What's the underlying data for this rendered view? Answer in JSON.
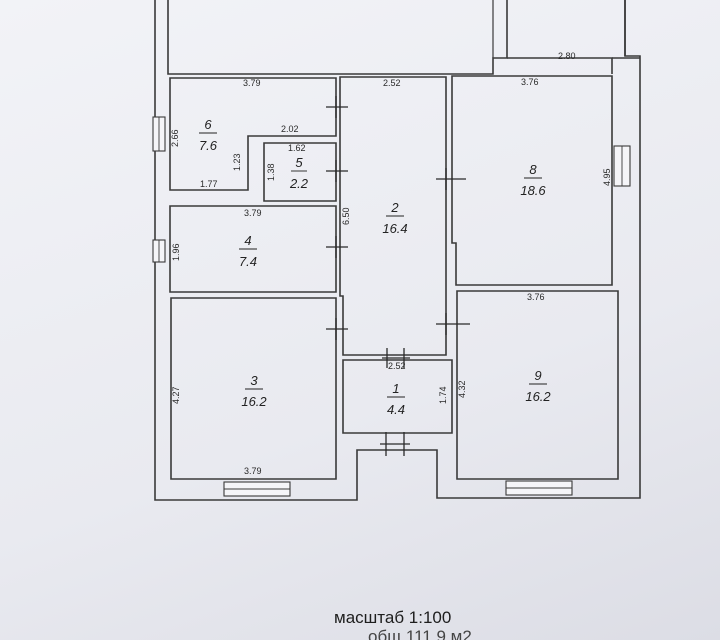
{
  "rooms": [
    {
      "number": "1",
      "area": "4.4"
    },
    {
      "number": "2",
      "area": "16.4"
    },
    {
      "number": "3",
      "area": "16.2"
    },
    {
      "number": "4",
      "area": "7.4"
    },
    {
      "number": "5",
      "area": "2.2"
    },
    {
      "number": "6",
      "area": "7.6"
    },
    {
      "number": "8",
      "area": "18.6"
    },
    {
      "number": "9",
      "area": "16.2"
    }
  ],
  "dimensions": {
    "d_top_280": "2.80",
    "d_r6_top": "3.79",
    "d_corr_top": "2.52",
    "d_r8_top": "3.76",
    "d_r6_left": "2.66",
    "d_r6_inner": "2.02",
    "d_r5_top": "1.62",
    "d_r6_step": "1.23",
    "d_r5_side": "1.38",
    "d_r6_bottom": "1.77",
    "d_r8_right": "4.95",
    "d_r4_top": "3.79",
    "d_corr_side": "6.50",
    "d_r4_left": "1.96",
    "d_r9_top": "3.76",
    "d_r1_top": "2.52",
    "d_r3_left": "4.27",
    "d_r9_left": "4.32",
    "d_r1_side": "1.74",
    "d_r3_bottom": "3.79"
  },
  "scale_label": "масштаб 1:100",
  "scale_label_cut": "   общ 111,9 м2"
}
